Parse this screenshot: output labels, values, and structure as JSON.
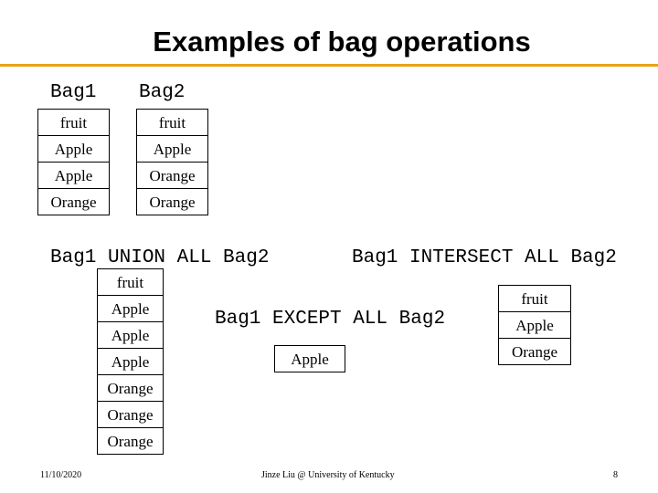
{
  "slide": {
    "title": "Examples of bag operations",
    "accent_color": "#e8a317"
  },
  "bag1": {
    "label": "Bag1",
    "header": "fruit",
    "rows": [
      "Apple",
      "Apple",
      "Orange"
    ]
  },
  "bag2": {
    "label": "Bag2",
    "header": "fruit",
    "rows": [
      "Apple",
      "Orange",
      "Orange"
    ]
  },
  "union": {
    "label": "Bag1 UNION ALL Bag2",
    "header": "fruit",
    "rows": [
      "Apple",
      "Apple",
      "Apple",
      "Orange",
      "Orange",
      "Orange"
    ]
  },
  "intersect": {
    "label": "Bag1 INTERSECT ALL Bag2",
    "header": "fruit",
    "rows": [
      "Apple",
      "Orange"
    ]
  },
  "except": {
    "label": "Bag1 EXCEPT ALL Bag2",
    "rows": [
      "Apple"
    ]
  },
  "footer": {
    "date": "11/10/2020",
    "author": "Jinze Liu @ University of Kentucky",
    "page": "8"
  }
}
